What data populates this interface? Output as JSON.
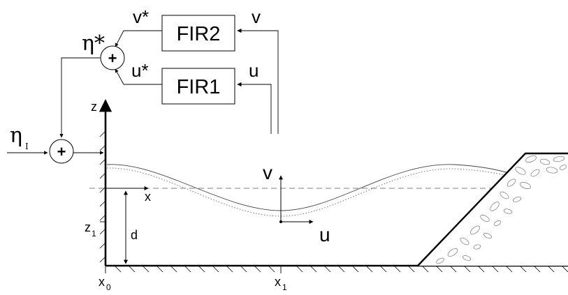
{
  "blocks": {
    "fir2": "FIR2",
    "fir1": "FIR1"
  },
  "signals": {
    "v_star": "v*",
    "u_star": "u*",
    "v": "v",
    "u": "u",
    "eta_star": "η*",
    "eta_I": "η",
    "eta_I_sub": "I"
  },
  "summers": {
    "symbol": "+"
  },
  "axes": {
    "z": "z",
    "x": "x",
    "z1": "z",
    "z1_sub": "1",
    "d": "d",
    "x0": "x",
    "x0_sub": "0",
    "x1": "x",
    "x1_sub": "1"
  },
  "vectors": {
    "v": "v",
    "u": "u"
  }
}
